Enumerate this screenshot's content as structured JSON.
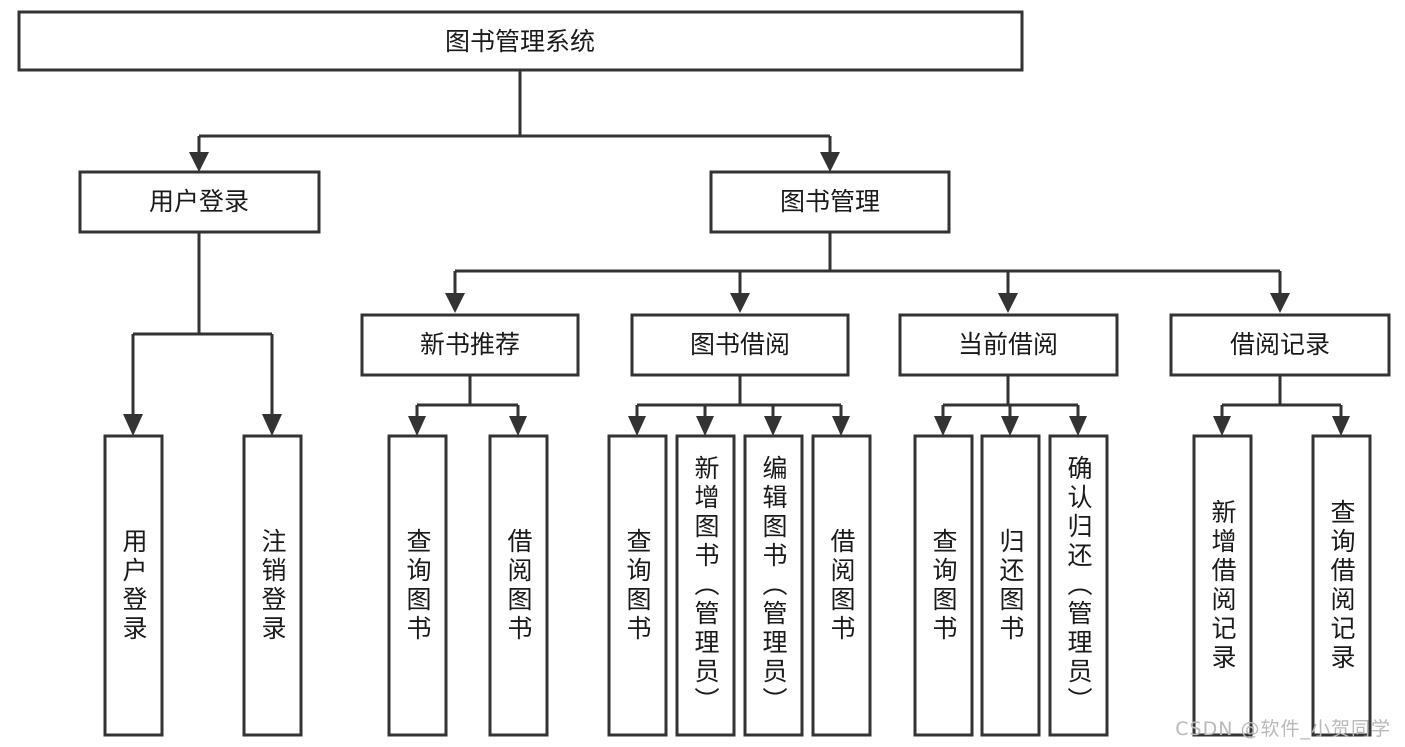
{
  "diagram": {
    "title": "图书管理系统",
    "watermark": "CSDN @软件_小贺同学",
    "colors": {
      "stroke": "#333333",
      "box_fill": "#ffffff",
      "text": "#1a1a1a",
      "watermark": "#b9b9b9",
      "background": "#ffffff"
    },
    "root": {
      "label": "图书管理系统"
    },
    "level2": [
      {
        "label": "用户登录"
      },
      {
        "label": "图书管理"
      }
    ],
    "level3": [
      {
        "label": "新书推荐"
      },
      {
        "label": "图书借阅"
      },
      {
        "label": "当前借阅"
      },
      {
        "label": "借阅记录"
      }
    ],
    "leaves": {
      "user_login": [
        {
          "label": "用户登录"
        },
        {
          "label": "注销登录"
        }
      ],
      "new_book_recommend": [
        {
          "label": "查询图书"
        },
        {
          "label": "借阅图书"
        }
      ],
      "book_borrow": [
        {
          "label": "查询图书"
        },
        {
          "label": "新增图书（管理员）"
        },
        {
          "label": "编辑图书（管理员）"
        },
        {
          "label": "借阅图书"
        }
      ],
      "current_borrow": [
        {
          "label": "查询图书"
        },
        {
          "label": "归还图书"
        },
        {
          "label": "确认归还（管理员）"
        }
      ],
      "borrow_record": [
        {
          "label": "新增借阅记录"
        },
        {
          "label": "查询借阅记录"
        }
      ]
    }
  },
  "chart_data": {
    "type": "diagram",
    "subtype": "tree-hierarchy",
    "title": "图书管理系统",
    "orientation": "top-down",
    "nodes": [
      {
        "id": "root",
        "label": "图书管理系统",
        "level": 1,
        "parent": null
      },
      {
        "id": "user-login",
        "label": "用户登录",
        "level": 2,
        "parent": "root"
      },
      {
        "id": "book-manage",
        "label": "图书管理",
        "level": 2,
        "parent": "root"
      },
      {
        "id": "new-book",
        "label": "新书推荐",
        "level": 3,
        "parent": "book-manage"
      },
      {
        "id": "book-borrow",
        "label": "图书借阅",
        "level": 3,
        "parent": "book-manage"
      },
      {
        "id": "current-borrow",
        "label": "当前借阅",
        "level": 3,
        "parent": "book-manage"
      },
      {
        "id": "borrow-record",
        "label": "借阅记录",
        "level": 3,
        "parent": "book-manage"
      },
      {
        "id": "l-user-login",
        "label": "用户登录",
        "level": 4,
        "parent": "user-login"
      },
      {
        "id": "l-logout",
        "label": "注销登录",
        "level": 4,
        "parent": "user-login"
      },
      {
        "id": "l-nb-query",
        "label": "查询图书",
        "level": 4,
        "parent": "new-book"
      },
      {
        "id": "l-nb-borrow",
        "label": "借阅图书",
        "level": 4,
        "parent": "new-book"
      },
      {
        "id": "l-bb-query",
        "label": "查询图书",
        "level": 4,
        "parent": "book-borrow"
      },
      {
        "id": "l-bb-add",
        "label": "新增图书（管理员）",
        "level": 4,
        "parent": "book-borrow"
      },
      {
        "id": "l-bb-edit",
        "label": "编辑图书（管理员）",
        "level": 4,
        "parent": "book-borrow"
      },
      {
        "id": "l-bb-borrow",
        "label": "借阅图书",
        "level": 4,
        "parent": "book-borrow"
      },
      {
        "id": "l-cb-query",
        "label": "查询图书",
        "level": 4,
        "parent": "current-borrow"
      },
      {
        "id": "l-cb-return",
        "label": "归还图书",
        "level": 4,
        "parent": "current-borrow"
      },
      {
        "id": "l-cb-confirm",
        "label": "确认归还（管理员）",
        "level": 4,
        "parent": "current-borrow"
      },
      {
        "id": "l-br-add",
        "label": "新增借阅记录",
        "level": 4,
        "parent": "borrow-record"
      },
      {
        "id": "l-br-query",
        "label": "查询借阅记录",
        "level": 4,
        "parent": "borrow-record"
      }
    ],
    "edge_style": "orthogonal-with-arrowheads"
  }
}
